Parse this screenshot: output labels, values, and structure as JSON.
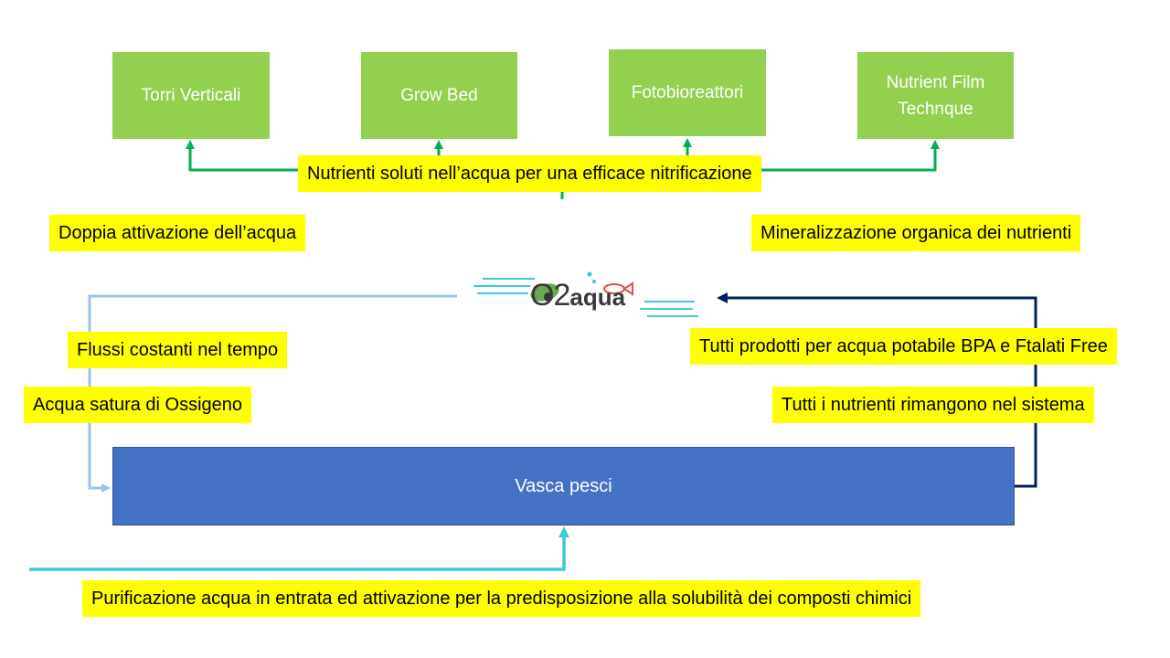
{
  "boxes": {
    "torri": "Torri Verticali",
    "grow_bed": "Grow Bed",
    "foto": "Fotobioreattori",
    "nft_line1": "Nutrient Film",
    "nft_line2": "Technque"
  },
  "labels": {
    "nutrienti": "Nutrienti soluti nell’acqua per una efficace nitrificazione",
    "doppia": "Doppia attivazione dell’acqua",
    "mineralizzazione": "Mineralizzazione organica dei nutrienti",
    "flussi": "Flussi costanti nel tempo",
    "ossigeno": "Acqua satura di Ossigeno",
    "prodotti": "Tutti prodotti per acqua potabile BPA e Ftalati Free",
    "rimangono": "Tutti i nutrienti rimangono nel sistema",
    "purificazione": "Purificazione acqua in entrata ed attivazione per la predisposizione alla solubilità dei composti chimici"
  },
  "tank": {
    "label": "Vasca pesci"
  },
  "logo": {
    "o2": "O2",
    "aqua": "aqua"
  },
  "colors": {
    "box_green": "#92d050",
    "label_yellow": "#ffff00",
    "tank_blue": "#4472c4",
    "arrow_green": "#00b050",
    "arrow_light_blue": "#9dc3e6",
    "arrow_navy": "#002060",
    "arrow_cyan": "#3fc8d8"
  }
}
